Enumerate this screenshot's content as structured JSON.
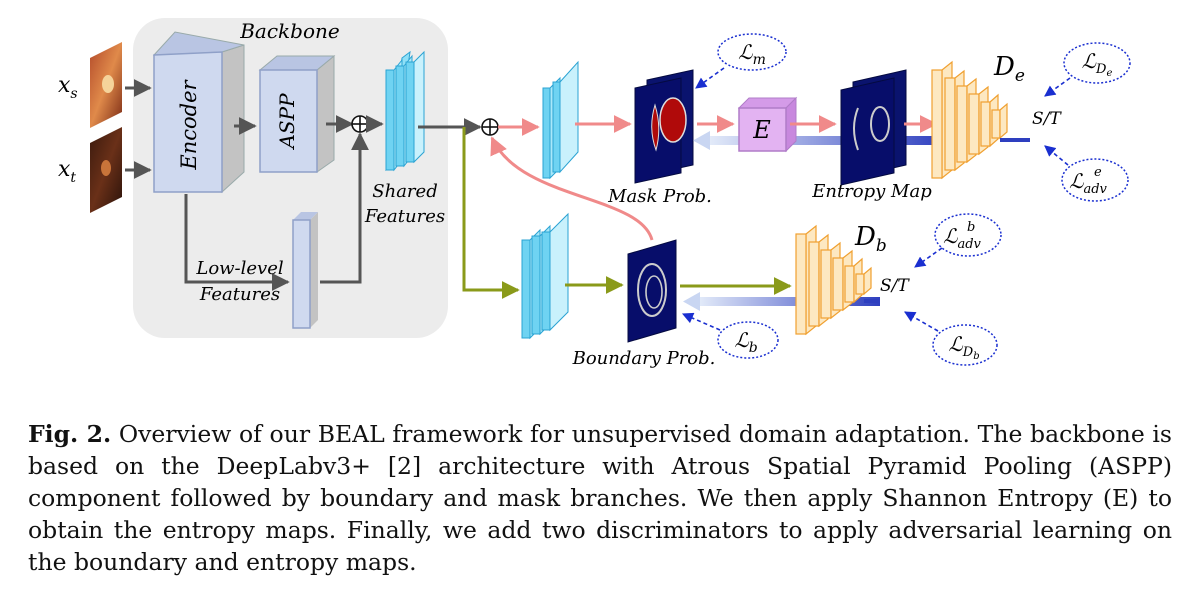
{
  "diagram": {
    "inputs": {
      "source": "x",
      "source_sub": "s",
      "target": "x",
      "target_sub": "t"
    },
    "backbone_title": "Backbone",
    "encoder_label": "Encoder",
    "aspp_label": "ASPP",
    "low_level_label_1": "Low-level",
    "low_level_label_2": "Features",
    "shared_label_1": "Shared",
    "shared_label_2": "Features",
    "mask_prob_label": "Mask Prob.",
    "entropy_box_label": "E",
    "entropy_map_label": "Entropy Map",
    "boundary_prob_label": "Boundary Prob.",
    "disc_e_label": "D",
    "disc_e_sub": "e",
    "disc_b_label": "D",
    "disc_b_sub": "b",
    "st_top": "S/T",
    "st_bottom": "S/T",
    "loss_m": {
      "sub": "m",
      "sup": ""
    },
    "loss_De": {
      "sub": "D",
      "subsub": "e"
    },
    "loss_adv_e": {
      "sub": "adv",
      "sup": "e"
    },
    "loss_adv_b": {
      "sub": "adv",
      "sup": "b"
    },
    "loss_b": {
      "sub": "b",
      "sup": ""
    },
    "loss_Db": {
      "sub": "D",
      "subsub": "b"
    },
    "loss_symbol": "ℒ",
    "oplus": "⊕"
  },
  "caption": {
    "label": "Fig. 2.",
    "text": " Overview of our BEAL framework for unsupervised domain adaptation. The backbone is based on the DeepLabv3+ [2] architecture with Atrous Spatial Pyramid Pooling (ASPP) component followed by boundary and mask branches. We then apply Shannon Entropy (E) to obtain the entropy maps. Finally, we add two discriminators to apply adversarial learning on the boundary and entropy maps."
  },
  "colors": {
    "backbone_bg": "#ececec",
    "encoder_front": "#cfd9ef",
    "encoder_side": "#c3c3c3",
    "feature_cyan": "#6fd3f2",
    "mask_navy": "#070d6a",
    "mask_red": "#b00a0a",
    "entropy_purple": "#e3b3f2",
    "disc_orange": "#fde8c1",
    "arrow_pink": "#f08a8a",
    "arrow_olive": "#8a9a1a",
    "arrow_gray": "#555555",
    "loss_blue": "#1a2fd0"
  }
}
